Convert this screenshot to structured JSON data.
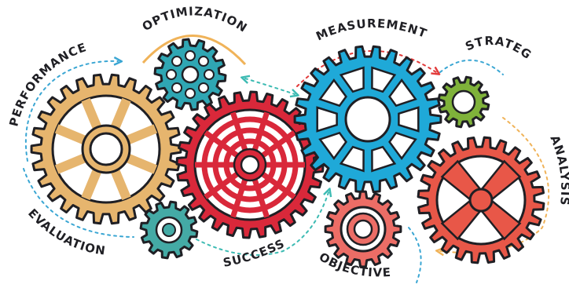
{
  "labels": {
    "performance": "PERFORMANCE",
    "optimization": "OPTIMIZATION",
    "measurement": "MEASUREMENT",
    "strategy": "STRATEGY",
    "analysis": "ANALYSIS",
    "evaluation": "EVALUATION",
    "success": "SUCCESS",
    "objective": "OBJECTIVE"
  },
  "colors": {
    "performance_gear": "#e6b56e",
    "optimization_gear": "#2fa6b3",
    "success_gear": "#d9283a",
    "measurement_gear": "#1fa9d8",
    "strategy_gear": "#7fb23a",
    "analysis_gear": "#e85748",
    "objective_gear": "#ec6d66",
    "evaluation_gear": "#44aaa5",
    "outline": "#1f1f24",
    "arrow_blue": "#3aa6d3",
    "arrow_teal": "#3dbbb3",
    "arrow_red": "#e23a3a",
    "arrow_orange": "#f0b359"
  },
  "icons": [
    "gear-icon",
    "dashed-arrow-icon"
  ]
}
